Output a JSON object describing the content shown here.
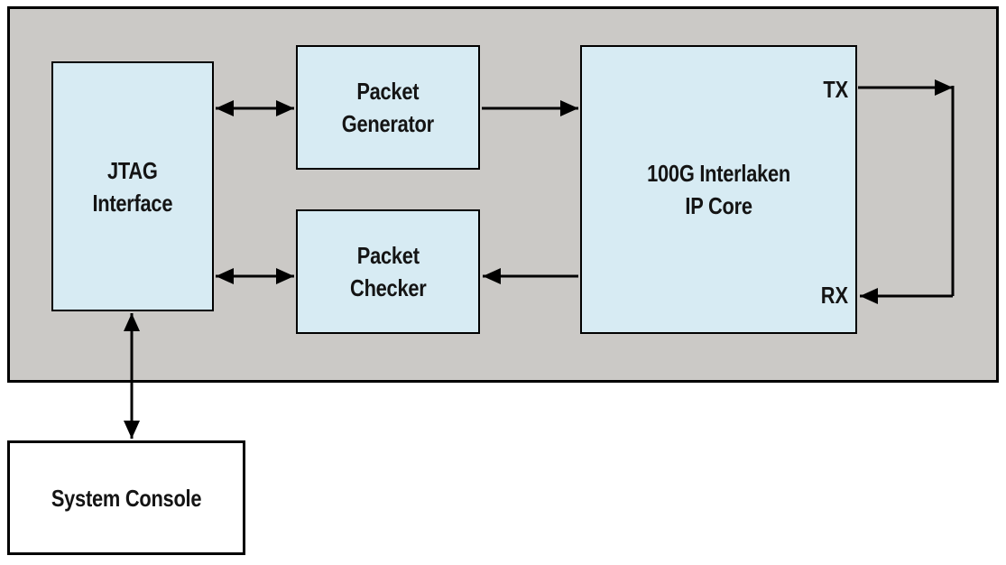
{
  "colors": {
    "page_bg": "#ffffff",
    "container_bg": "#cbc9c6",
    "block_bg": "#d7ebf3",
    "line": "#000000",
    "text": "#141414"
  },
  "blocks": {
    "jtag_interface": {
      "label": "JTAG\nInterface"
    },
    "packet_generator": {
      "label": "Packet\nGenerator"
    },
    "packet_checker": {
      "label": "Packet\nChecker"
    },
    "ip_core": {
      "label": "100G Interlaken\nIP Core",
      "tx_port": "TX",
      "rx_port": "RX"
    },
    "system_console": {
      "label": "System Console"
    }
  },
  "connections": [
    {
      "from": "JTAG Interface",
      "to": "Packet Generator",
      "direction": "bidirectional"
    },
    {
      "from": "JTAG Interface",
      "to": "Packet Checker",
      "direction": "bidirectional"
    },
    {
      "from": "Packet Generator",
      "to": "100G Interlaken IP Core",
      "direction": "one-way"
    },
    {
      "from": "100G Interlaken IP Core",
      "to": "Packet Checker",
      "direction": "one-way"
    },
    {
      "from": "TX",
      "to": "RX",
      "direction": "one-way",
      "note": "loopback"
    },
    {
      "from": "JTAG Interface",
      "to": "System Console",
      "direction": "bidirectional"
    }
  ]
}
